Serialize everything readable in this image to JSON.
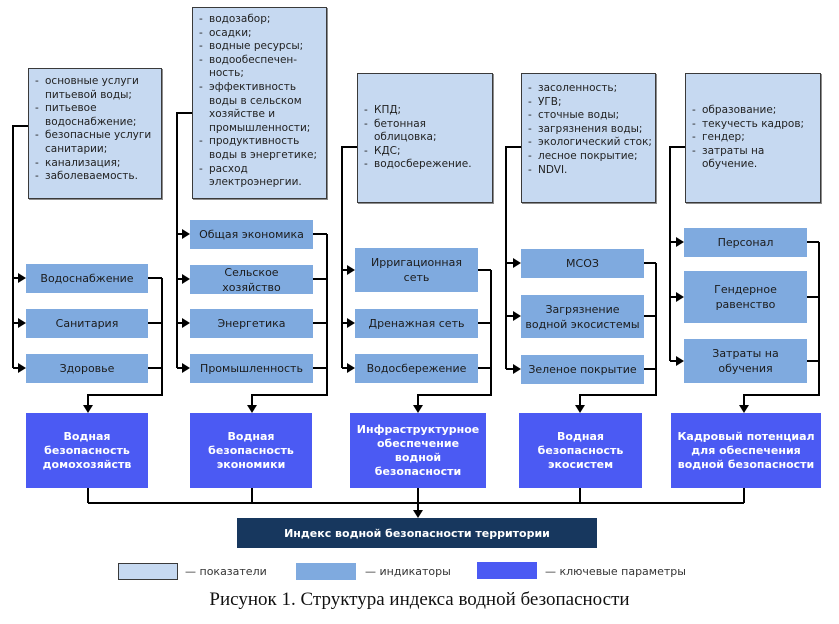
{
  "columns": [
    {
      "indicators_list": [
        "основные услуги питьевой воды;",
        "питьевое водоснабжение;",
        "безопасные услуги санитарии;",
        "канализация;",
        "заболеваемость."
      ],
      "indicators": [
        "Водоснабжение",
        "Санитария",
        "Здоровье"
      ],
      "key_parameter": "Водная безопасность домохозяйств"
    },
    {
      "indicators_list": [
        "водозабор;",
        "осадки;",
        "водные ресурсы;",
        "водообеспечен-ность;",
        "эффективность воды в сельском хозяйстве и промышленности;",
        "продуктивность воды в энергетике;",
        "расход электроэнергии."
      ],
      "indicators": [
        "Общая экономика",
        "Сельское хозяйство",
        "Энергетика",
        "Промышленность"
      ],
      "key_parameter": "Водная безопасность экономики"
    },
    {
      "indicators_list": [
        "КПД;",
        "бетонная облицовка;",
        "КДС;",
        "водосбережение."
      ],
      "indicators": [
        "Ирригационная сеть",
        "Дренажная сеть",
        "Водосбережение"
      ],
      "key_parameter": "Инфраструктурное обеспечение водной безопасности"
    },
    {
      "indicators_list": [
        "засоленность;",
        "УГВ;",
        "сточные воды;",
        "загрязнения воды;",
        "экологический сток;",
        "лесное покрытие;",
        "NDVI."
      ],
      "indicators": [
        "МСОЗ",
        "Загрязнение водной экосистемы",
        "Зеленое покрытие"
      ],
      "key_parameter": "Водная безопасность экосистем"
    },
    {
      "indicators_list": [
        "образование;",
        "текучесть кадров;",
        "гендер;",
        "затраты на обучение."
      ],
      "indicators": [
        "Персонал",
        "Гендерное равенство",
        "Затраты на обучения"
      ],
      "key_parameter": "Кадровый потенциал для обеспечения водной безопасности"
    }
  ],
  "index_title": "Индекс водной безопасности территории",
  "legend": [
    {
      "label": "— показатели",
      "color": "#c6d9f1"
    },
    {
      "label": "— индикаторы",
      "color": "#7faadf"
    },
    {
      "label": "— ключевые параметры",
      "color": "#4b5af3"
    }
  ],
  "caption": "Рисунок 1. Структура индекса водной безопасности",
  "colors": {
    "indicator_list_bg": "#c6d9f1",
    "indicator_bg": "#7faadf",
    "key_parameter_bg": "#4b5af3",
    "index_bg": "#17375e"
  }
}
